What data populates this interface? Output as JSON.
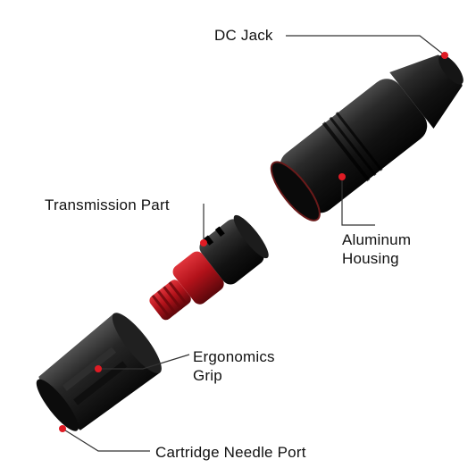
{
  "labels": {
    "dc_jack": "DC Jack",
    "aluminum_housing": [
      "Aluminum",
      "Housing"
    ],
    "transmission_part": "Transmission Part",
    "ergonomics_grip": [
      "Ergonomics",
      "Grip"
    ],
    "cartridge_needle_port": "Cartridge Needle Port"
  },
  "colors": {
    "marker": "#e01b24",
    "body": "#1a1a1a",
    "accent_red": "#b3121a",
    "leader": "#333333"
  }
}
